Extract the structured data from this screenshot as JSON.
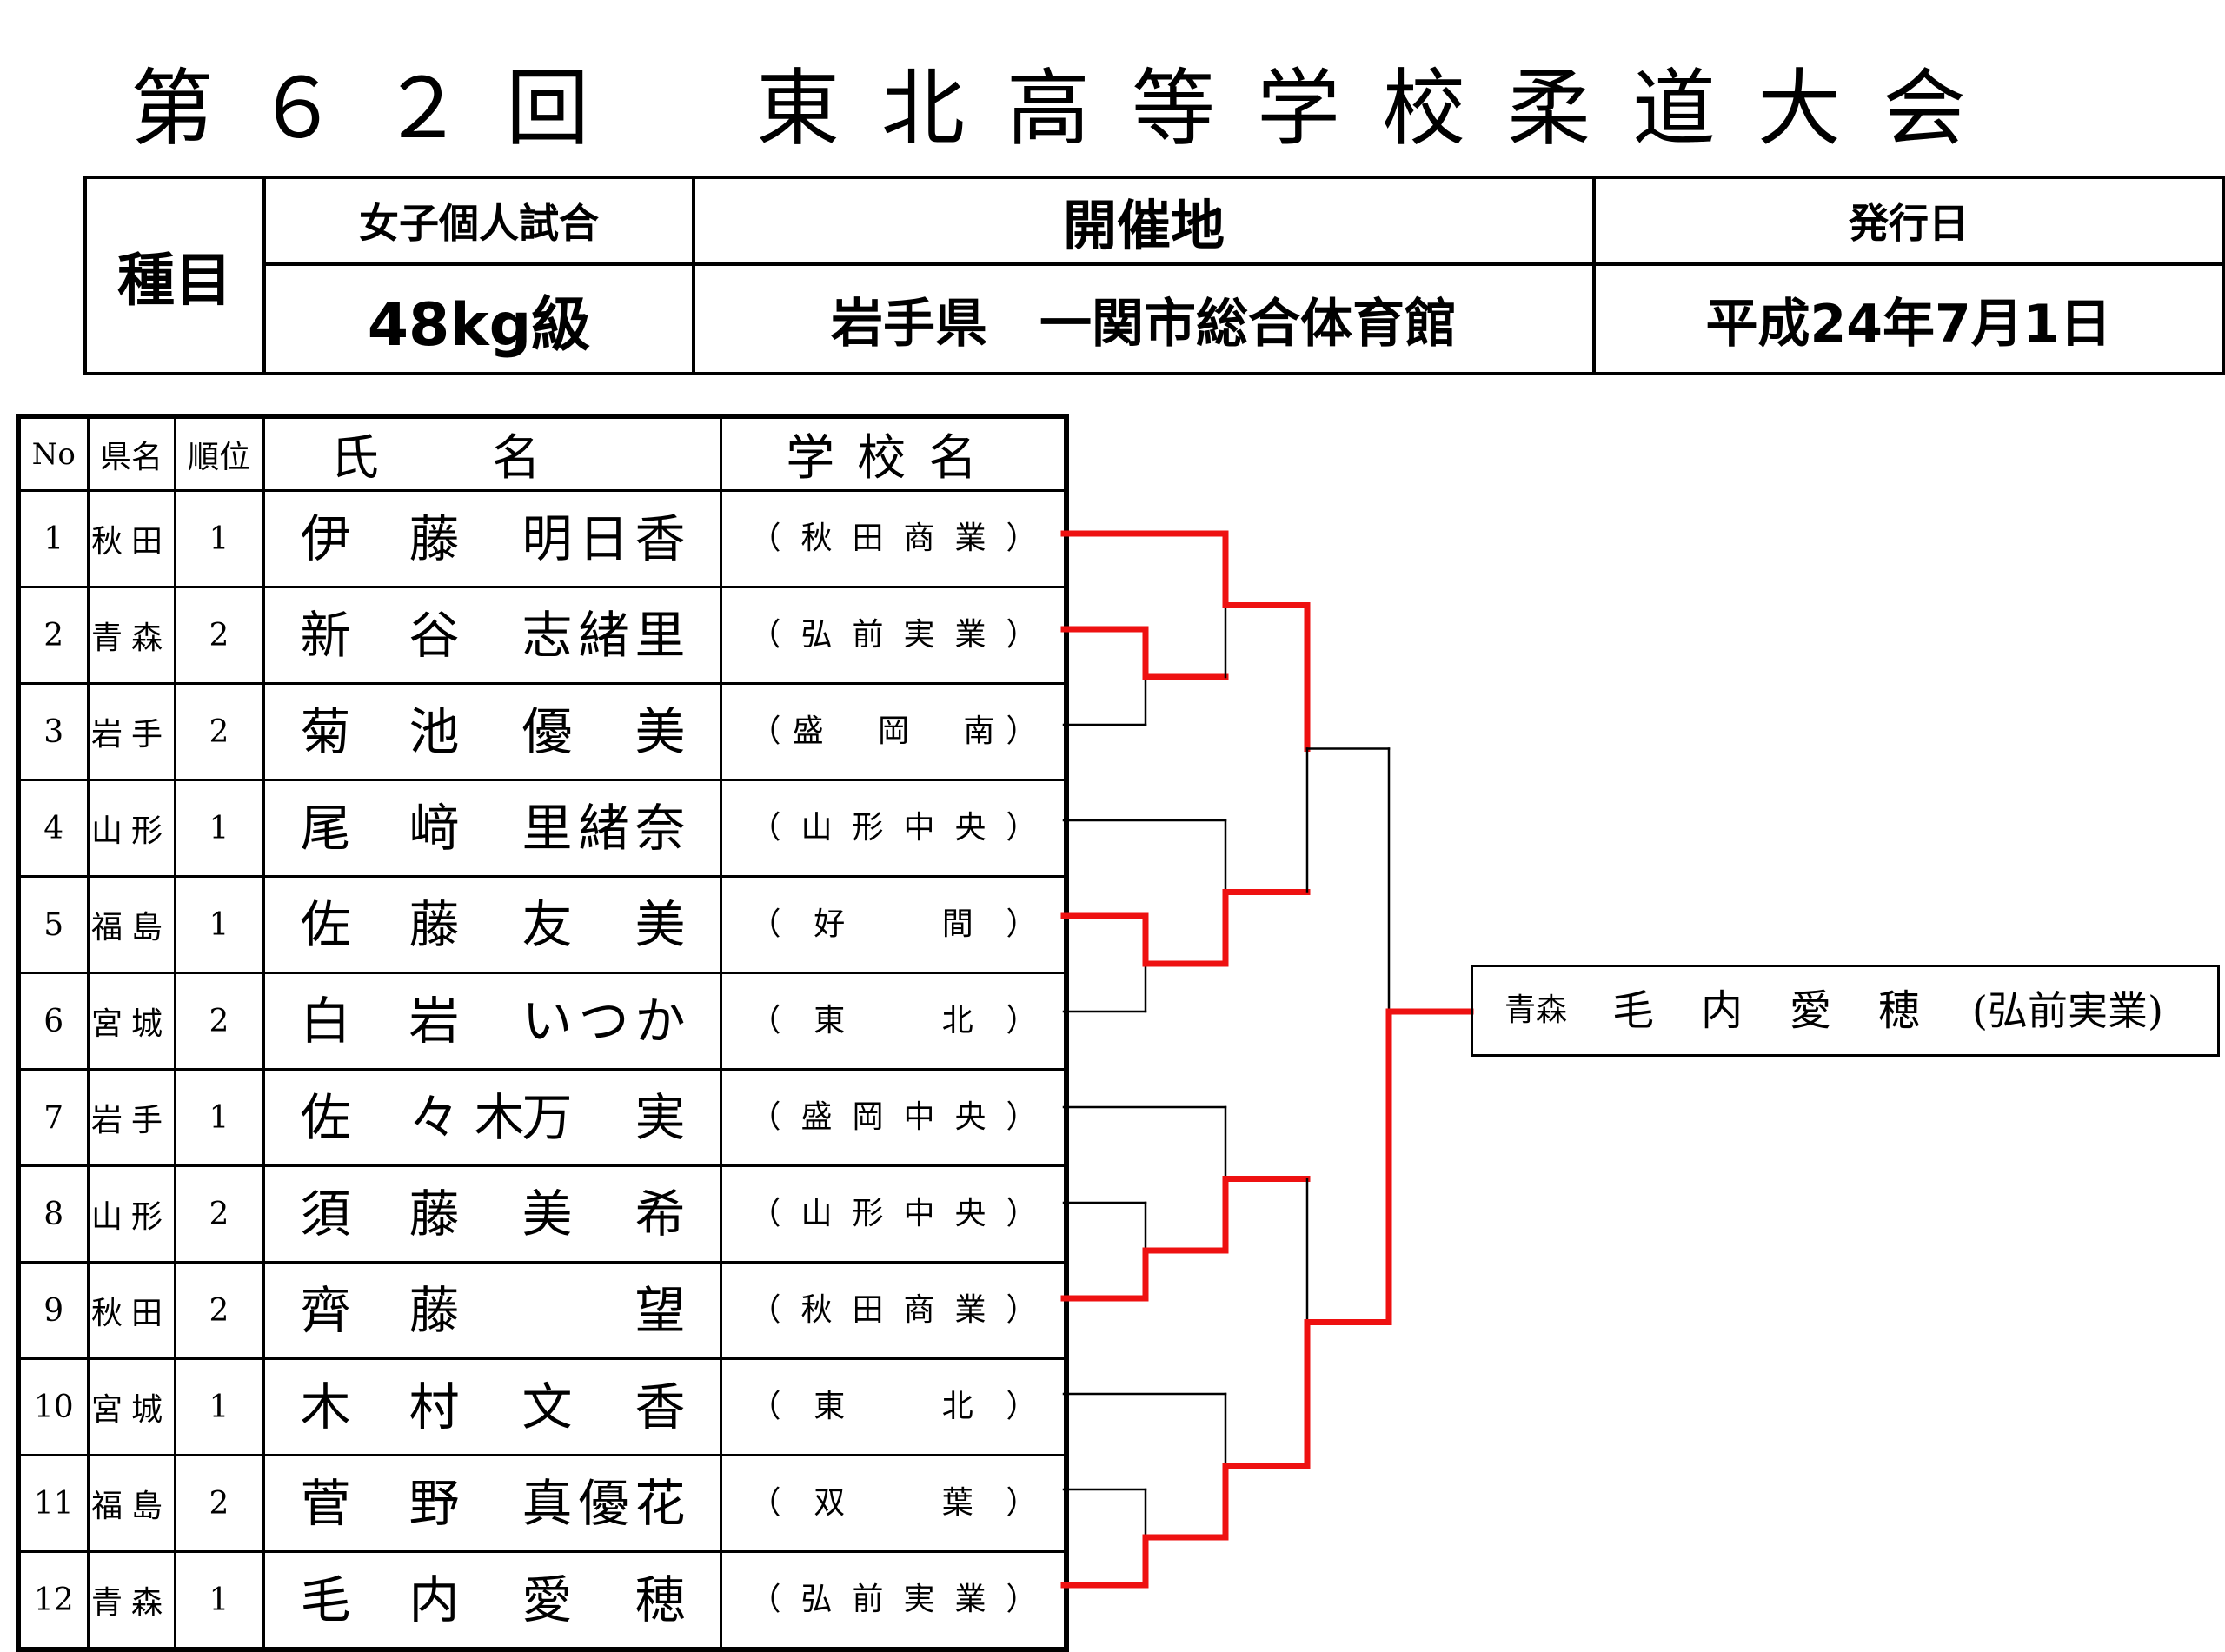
{
  "title": "第６２回　東北高等学校柔道大会",
  "info": {
    "category_label": "種目",
    "event_header": "女子個人試合",
    "event_value": "48kg級",
    "venue_header": "開催地",
    "venue_value": "岩手県　一関市総合体育館",
    "date_header": "発行日",
    "date_value": "平成24年7月1日"
  },
  "table": {
    "headers": {
      "no": "No",
      "pref": "県名",
      "rank": "順位",
      "name": "氏名",
      "school": "学校名"
    },
    "rows": [
      {
        "no": "1",
        "pref": "秋田",
        "rank": "1",
        "name": [
          "伊",
          "藤",
          "",
          "明",
          "日",
          "香"
        ],
        "school": [
          "（",
          "秋",
          "田",
          "商",
          "業",
          "）"
        ]
      },
      {
        "no": "2",
        "pref": "青森",
        "rank": "2",
        "name": [
          "新",
          "谷",
          "",
          "志",
          "緒",
          "里"
        ],
        "school": [
          "（",
          "弘",
          "前",
          "実",
          "業",
          "）"
        ]
      },
      {
        "no": "3",
        "pref": "岩手",
        "rank": "2",
        "name": [
          "菊",
          "池",
          "",
          "優",
          "",
          "美"
        ],
        "school": [
          "（",
          "盛",
          "",
          "岡",
          "",
          "南",
          "）"
        ]
      },
      {
        "no": "4",
        "pref": "山形",
        "rank": "1",
        "name": [
          "尾",
          "﨑",
          "",
          "里",
          "緒",
          "奈"
        ],
        "school": [
          "（",
          "山",
          "形",
          "中",
          "央",
          "）"
        ]
      },
      {
        "no": "5",
        "pref": "福島",
        "rank": "1",
        "name": [
          "佐",
          "藤",
          "",
          "友",
          "",
          "美"
        ],
        "school": [
          "（",
          "好",
          "",
          "間",
          "）"
        ]
      },
      {
        "no": "6",
        "pref": "宮城",
        "rank": "2",
        "name": [
          "白",
          "岩",
          "",
          "い",
          "つ",
          "か"
        ],
        "school": [
          "（",
          "東",
          "",
          "北",
          "）"
        ]
      },
      {
        "no": "7",
        "pref": "岩手",
        "rank": "1",
        "name": [
          "佐",
          "々",
          "木",
          "万",
          "",
          "実"
        ],
        "school": [
          "（",
          "盛",
          "岡",
          "中",
          "央",
          "）"
        ]
      },
      {
        "no": "8",
        "pref": "山形",
        "rank": "2",
        "name": [
          "須",
          "藤",
          "",
          "美",
          "",
          "希"
        ],
        "school": [
          "（",
          "山",
          "形",
          "中",
          "央",
          "）"
        ]
      },
      {
        "no": "9",
        "pref": "秋田",
        "rank": "2",
        "name": [
          "齊",
          "藤",
          "",
          "",
          "",
          "望"
        ],
        "school": [
          "（",
          "秋",
          "田",
          "商",
          "業",
          "）"
        ]
      },
      {
        "no": "10",
        "pref": "宮城",
        "rank": "1",
        "name": [
          "木",
          "村",
          "",
          "文",
          "",
          "香"
        ],
        "school": [
          "（",
          "東",
          "",
          "北",
          "）"
        ]
      },
      {
        "no": "11",
        "pref": "福島",
        "rank": "2",
        "name": [
          "菅",
          "野",
          "",
          "真",
          "優",
          "花"
        ],
        "school": [
          "（",
          "双",
          "",
          "葉",
          "）"
        ]
      },
      {
        "no": "12",
        "pref": "青森",
        "rank": "1",
        "name": [
          "毛",
          "内",
          "",
          "愛",
          "",
          "穂"
        ],
        "school": [
          "（",
          "弘",
          "前",
          "実",
          "業",
          "）"
        ]
      }
    ]
  },
  "winner": {
    "pref": "青森",
    "name": "毛内愛穂",
    "school": "(弘前実業)"
  },
  "colors": {
    "win_line": "#ee1111",
    "loss_line": "#000000"
  }
}
